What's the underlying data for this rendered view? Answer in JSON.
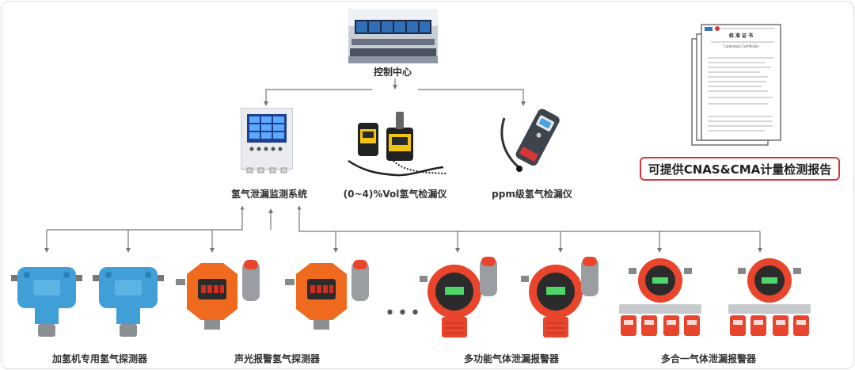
{
  "control_center": {
    "label": "控制中心"
  },
  "monitoring_system": {
    "label": "氢气泄漏监测系统"
  },
  "portable_detector": {
    "label": "(0~4)%Vol氢气检漏仪"
  },
  "ppm_detector": {
    "label": "ppm级氢气检漏仪"
  },
  "certificate": {
    "badge": "可提供CNAS&CMA计量检测报告",
    "title": "校 准 证 书",
    "subtitle": "Calibration Certificate"
  },
  "devices": {
    "group1": "加氢机专用氢气探测器",
    "group2": "声光报警氢气探测器",
    "group3": "多功能气体泄漏报警器",
    "group4": "多合一气体泄漏报警器",
    "more": "•••"
  },
  "colors": {
    "accent": "#d9363a",
    "orange": "#ef6a1e",
    "blue": "#3f9fd6",
    "red": "#e8452c",
    "line": "#777777"
  }
}
